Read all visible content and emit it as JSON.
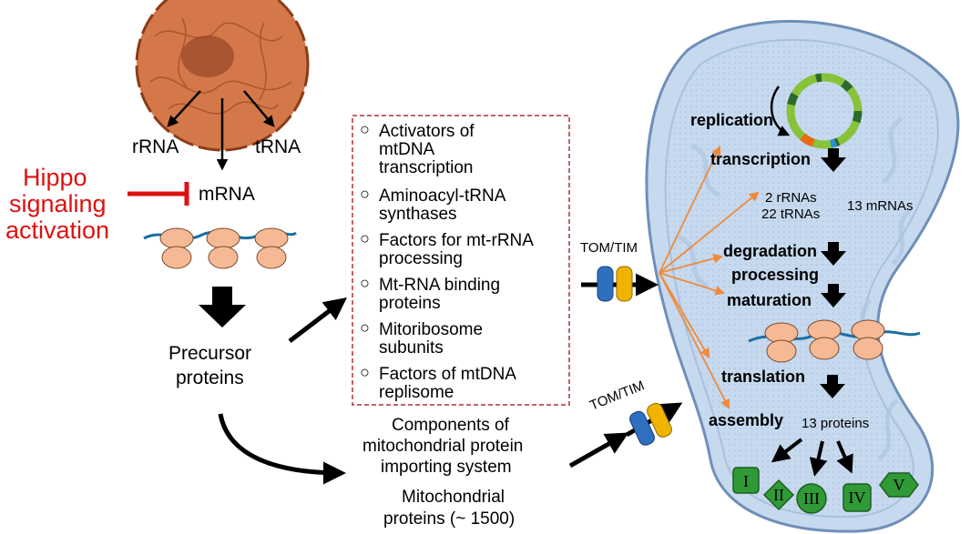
{
  "nucleus_outputs": {
    "rrna": "rRNA",
    "trna": "tRNA",
    "mrna": "mRNA"
  },
  "hippo": {
    "line1": "Hippo",
    "line2": "signaling",
    "line3": "activation"
  },
  "precursor": {
    "line1": "Precursor",
    "line2": "proteins"
  },
  "factor_box": [
    {
      "line1": "Activators of",
      "line2": "mtDNA",
      "line3": "transcription"
    },
    {
      "line1": "Aminoacyl-tRNA",
      "line2": "synthases"
    },
    {
      "line1": "Factors for mt-rRNA",
      "line2": "processing"
    },
    {
      "line1": "Mt-RNA binding",
      "line2": "proteins"
    },
    {
      "line1": "Mitoribosome",
      "line2": "subunits"
    },
    {
      "line1": "Factors of mtDNA",
      "line2": "replisome"
    }
  ],
  "importing": {
    "line1": "Components of",
    "line2": "mitochondrial protein",
    "line3": "importing system"
  },
  "mito_proteins": {
    "line1": "Mitochondrial",
    "line2": "proteins (~ 1500)"
  },
  "tom_tim": "TOM/TIM",
  "mito_steps": {
    "replication": "replication",
    "transcription": "transcription",
    "degradation": "degradation",
    "processing": "processing",
    "maturation": "maturation",
    "translation": "translation",
    "assembly": "assembly"
  },
  "rna_products": {
    "rrnas": "2 rRNAs",
    "trnas": "22 tRNAs",
    "mrnas": "13 mRNAs"
  },
  "proteins_13": "13 proteins",
  "complexes": [
    "I",
    "II",
    "III",
    "IV",
    "V"
  ],
  "colors": {
    "hippo_red": "#dd1111",
    "nucleus": "#d4784a",
    "mitochondrion": "#c4d7ec",
    "orange_arrow": "#ef8a3c",
    "complex_green": "#2f9a36",
    "tom_blue": "#2f6fc0",
    "tim_yellow": "#f0b400",
    "ribosome": "#f5b995"
  }
}
